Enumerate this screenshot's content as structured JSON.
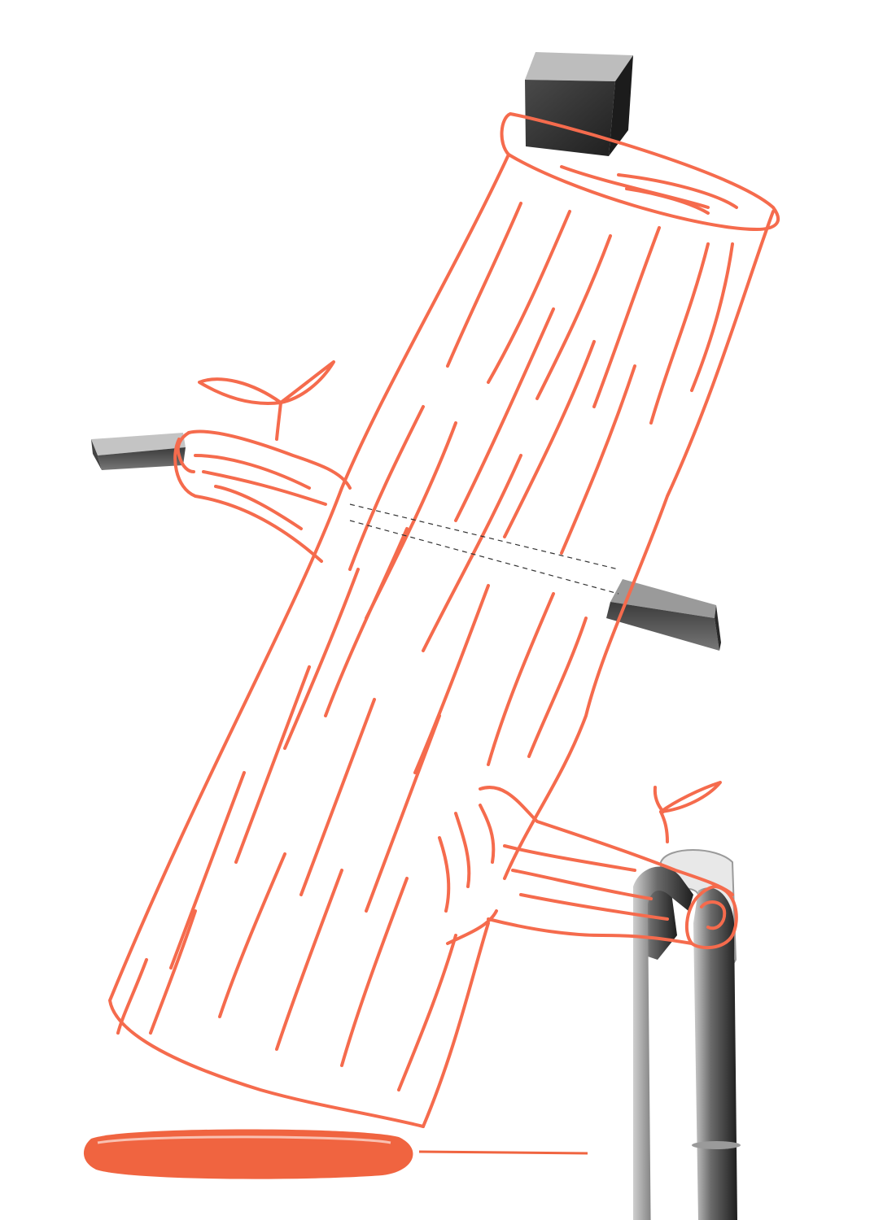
{
  "palette": {
    "paper": "#ffffff",
    "marker": "#f56b4d",
    "marker_fill": "#f06440",
    "graphite_dark": "#2b2b2b",
    "graphite_mid": "#5a5a5a",
    "graphite_light": "#a8a8a8"
  },
  "subject": {
    "elements": [
      "cut-log",
      "branch-left",
      "branch-right",
      "leaf-sprouts",
      "graphite-post-top",
      "graphite-beam-left",
      "graphite-beam-right",
      "graphite-u-bar",
      "red-shadow-stroke",
      "floor-shadow"
    ]
  }
}
